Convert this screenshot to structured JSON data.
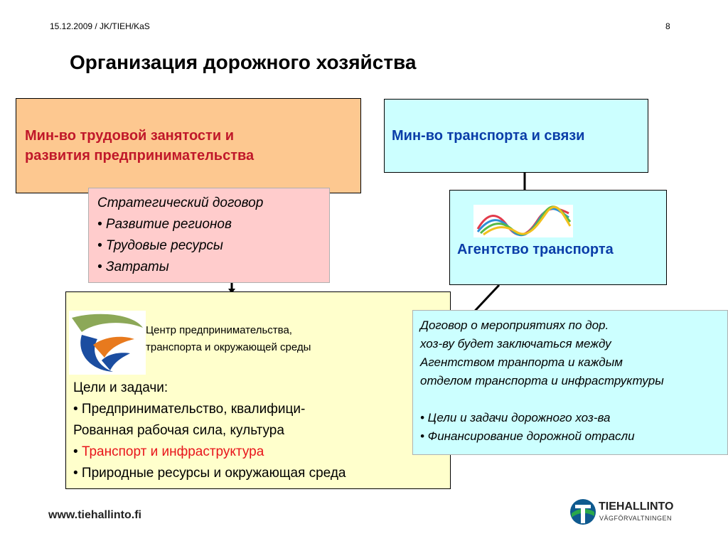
{
  "header": {
    "meta": "15.12.2009 / JK/TIEH/KaS",
    "page_number": "8"
  },
  "title": "Организация дорожного хозяйства",
  "boxes": {
    "ministry_labor": {
      "line1": "Мин-во трудовой занятости и",
      "line2": "развития предпринимательства"
    },
    "ministry_transport": {
      "label": "Мин-во транспорта и связи"
    },
    "strategic_contract": {
      "heading": "Стратегический договор",
      "items": [
        "• Развитие регионов",
        "• Трудовые ресурсы",
        "• Затраты"
      ]
    },
    "transport_agency": {
      "label": "Агентство транспорта"
    },
    "center": {
      "name_line1": "Центр предпринимательства,",
      "name_line2": "транспорта и окружающей среды",
      "goals_heading": "Цели и задачи:",
      "goal1_line1": "• Предпринимательство, квалифици-",
      "goal1_line2": "Рованная рабочая сила, культура",
      "goal2_bullet": "• ",
      "goal2_text": "Транспорт и инфраструктура",
      "goal3": "• Природные ресурсы и окружающая среда"
    },
    "agreement": {
      "line1": "Договор о мероприятиях по дор.",
      "line2": "хоз-ву будет заключаться между",
      "line3": "Агентством транпорта и каждым",
      "line4": "отделом транспорта и инфраструктуры",
      "item1": "• Цели и задачи дорожного хоз-ва",
      "item2": "• Финансирование дорожной отрасли"
    }
  },
  "footer": {
    "url": "www.tiehallinto.fi",
    "logo_name": "TIEHALLINTO",
    "logo_sub": "VÄGFÖRVALTNINGEN"
  },
  "colors": {
    "ministry_labor_bg": "#fdc890",
    "ministry_labor_text": "#c0182a",
    "transport_bg": "#ccffff",
    "transport_text": "#0a3da8",
    "strategic_bg": "#ffcccc",
    "center_bg": "#ffffcc",
    "highlight_red": "#e8141b"
  }
}
